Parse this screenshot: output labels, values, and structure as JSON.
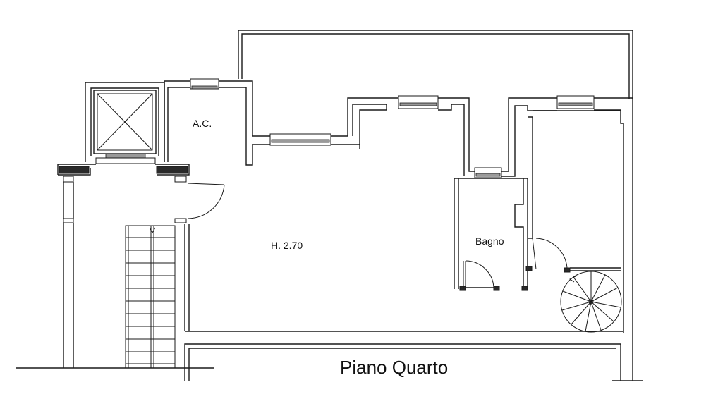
{
  "rooms": {
    "ac_label": "A.C.",
    "height_label": "H. 2.70",
    "bathroom_label": "Bagno"
  },
  "title": "Piano Quarto"
}
